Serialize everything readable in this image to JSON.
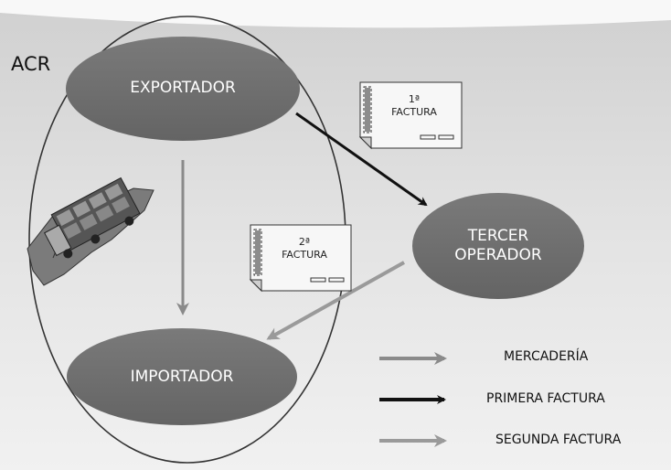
{
  "zone_label": "ACR",
  "nodes": {
    "exporter": "EXPORTADOR",
    "importer": "IMPORTADOR",
    "third_operator_line1": "TERCER",
    "third_operator_line2": "OPERADOR"
  },
  "invoices": {
    "first": {
      "ordinal": "1ª",
      "label": "FACTURA"
    },
    "second": {
      "ordinal": "2ª",
      "label": "FACTURA"
    }
  },
  "legend": {
    "goods": "MERCADERÍA",
    "first_invoice": "PRIMERA FACTURA",
    "second_invoice": "SEGUNDA FACTURA"
  },
  "colors": {
    "node_fill": "#6f6f6f",
    "goods_arrow": "#8a8a8a",
    "first_invoice_arrow": "#111111",
    "second_invoice_arrow": "#9a9a9a"
  },
  "icons": {
    "truck": "truck-on-map-icon"
  }
}
